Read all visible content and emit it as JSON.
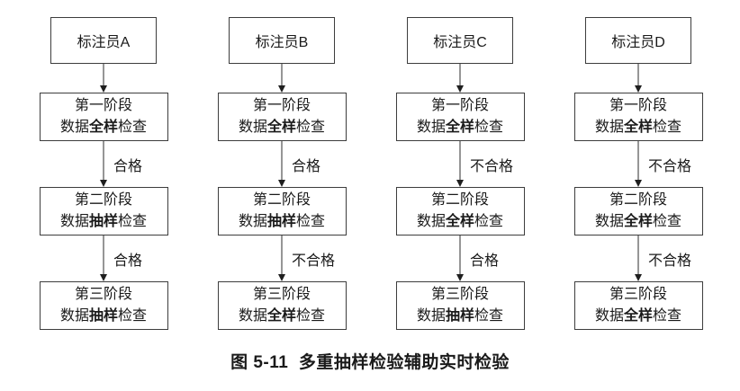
{
  "columns": [
    {
      "header": "标注员A",
      "stages": [
        {
          "title": "第一阶段",
          "text_pre": "数据",
          "text_bold": "全样",
          "text_post": "检查"
        },
        {
          "title": "第二阶段",
          "text_pre": "数据",
          "text_bold": "抽样",
          "text_post": "检查"
        },
        {
          "title": "第三阶段",
          "text_pre": "数据",
          "text_bold": "抽样",
          "text_post": "检查"
        }
      ],
      "arrow_labels": [
        "合格",
        "合格"
      ]
    },
    {
      "header": "标注员B",
      "stages": [
        {
          "title": "第一阶段",
          "text_pre": "数据",
          "text_bold": "全样",
          "text_post": "检查"
        },
        {
          "title": "第二阶段",
          "text_pre": "数据",
          "text_bold": "抽样",
          "text_post": "检查"
        },
        {
          "title": "第三阶段",
          "text_pre": "数据",
          "text_bold": "全样",
          "text_post": "检查"
        }
      ],
      "arrow_labels": [
        "合格",
        "不合格"
      ]
    },
    {
      "header": "标注员C",
      "stages": [
        {
          "title": "第一阶段",
          "text_pre": "数据",
          "text_bold": "全样",
          "text_post": "检查"
        },
        {
          "title": "第二阶段",
          "text_pre": "数据",
          "text_bold": "全样",
          "text_post": "检查"
        },
        {
          "title": "第三阶段",
          "text_pre": "数据",
          "text_bold": "抽样",
          "text_post": "检查"
        }
      ],
      "arrow_labels": [
        "不合格",
        "合格"
      ]
    },
    {
      "header": "标注员D",
      "stages": [
        {
          "title": "第一阶段",
          "text_pre": "数据",
          "text_bold": "全样",
          "text_post": "检查"
        },
        {
          "title": "第二阶段",
          "text_pre": "数据",
          "text_bold": "全样",
          "text_post": "检查"
        },
        {
          "title": "第三阶段",
          "text_pre": "数据",
          "text_bold": "全样",
          "text_post": "检查"
        }
      ],
      "arrow_labels": [
        "不合格",
        "不合格"
      ]
    }
  ],
  "caption": "图 5-11  多重抽样检验辅助实时检验",
  "colors": {
    "border": "#3d3d3d",
    "arrow": "#1f1f1f",
    "text": "#1a1a1a",
    "background": "#ffffff"
  }
}
